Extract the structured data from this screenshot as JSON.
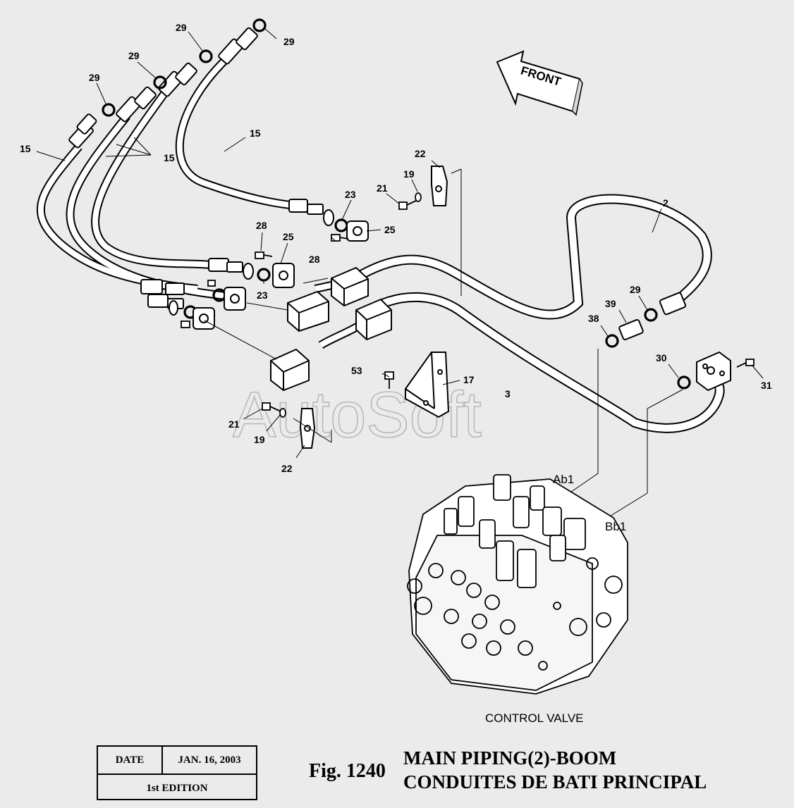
{
  "watermark": "AutoSoft",
  "front_arrow": {
    "label": "FRONT"
  },
  "callouts": {
    "c15a": "15",
    "c15b": "15",
    "c15c": "15",
    "c29a": "29",
    "c29b": "29",
    "c29c": "29",
    "c29d": "29",
    "c29e": "29",
    "c22a": "22",
    "c22b": "22",
    "c19a": "19",
    "c19b": "19",
    "c21a": "21",
    "c21b": "21",
    "c23a": "23",
    "c23b": "23",
    "c25a": "25",
    "c25b": "25",
    "c28a": "28",
    "c28b": "28",
    "c2": "2",
    "c3": "3",
    "c17": "17",
    "c53": "53",
    "c38": "38",
    "c39": "39",
    "c30": "30",
    "c31": "31"
  },
  "port_labels": {
    "ab1": "Ab1",
    "bb1": "Bb1"
  },
  "control_valve_label": "CONTROL VALVE",
  "title_block": {
    "date_label": "DATE",
    "date_value": "JAN. 16, 2003",
    "edition": "1st EDITION"
  },
  "figure": {
    "number": "Fig. 1240",
    "title_en": "MAIN PIPING(2)-BOOM",
    "title_fr": "CONDUITES DE BATI PRINCIPAL"
  }
}
